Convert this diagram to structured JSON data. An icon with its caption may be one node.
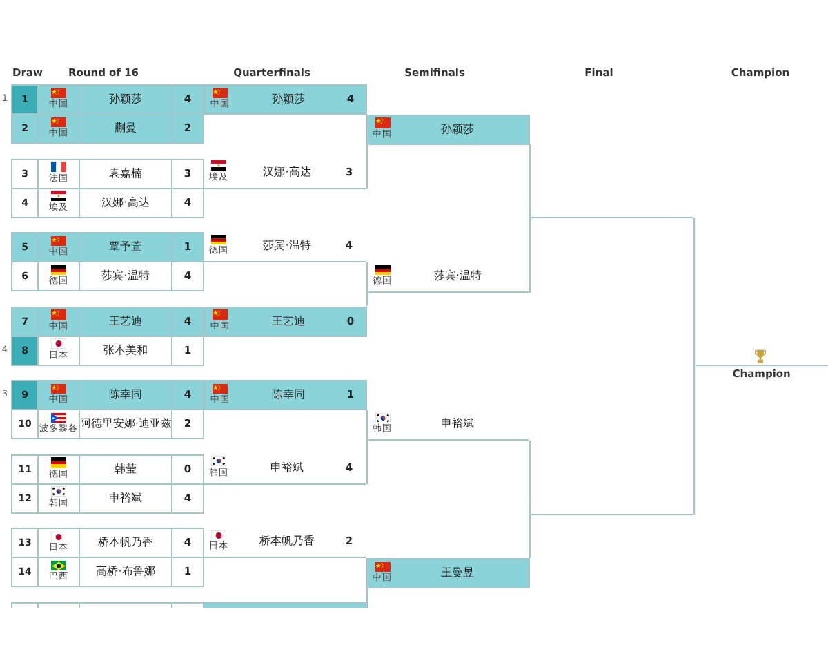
{
  "diagram": {
    "nodes": [
      {
        "text": [
          "1",
          "中国",
          "孙颖莎",
          "4"
        ],
        "beside": [
          "1"
        ]
      },
      {
        "text": [
          "2",
          "中国",
          "蒯曼",
          "2"
        ]
      },
      {
        "text": [
          "3",
          "法国",
          "袁嘉楠",
          "3"
        ]
      },
      {
        "text": [
          "4",
          "埃及",
          "汉娜·高达",
          "4"
        ]
      },
      {
        "text": [
          "5",
          "中国",
          "覃予萱",
          "1"
        ]
      },
      {
        "text": [
          "6",
          "德国",
          "莎宾·温特",
          "4"
        ]
      },
      {
        "text": [
          "7",
          "中国",
          "王艺迪",
          "4"
        ]
      },
      {
        "text": [
          "8",
          "日本",
          "张本美和",
          "1"
        ],
        "beside": [
          "4"
        ]
      },
      {
        "text": [
          "9",
          "中国",
          "陈幸同",
          "4"
        ],
        "beside": [
          "3"
        ]
      },
      {
        "text": [
          "10",
          "波多黎各",
          "阿德里安娜·迪亚兹",
          "2"
        ]
      },
      {
        "text": [
          "11",
          "德国",
          "韩莹",
          "0"
        ]
      },
      {
        "text": [
          "12",
          "韩国",
          "申裕斌",
          "4"
        ]
      },
      {
        "text": [
          "13",
          "日本",
          "桥本帆乃香",
          "4"
        ]
      },
      {
        "text": [
          "14",
          "巴西",
          "高桥·布鲁娜",
          "1"
        ]
      },
      {
        "text": [
          "中国",
          "孙颖莎",
          "4"
        ]
      },
      {
        "text": [
          "埃及",
          "汉娜·高达",
          "3"
        ]
      },
      {
        "text": [
          "德国",
          "莎宾·温特",
          "4"
        ]
      },
      {
        "text": [
          "中国",
          "王艺迪",
          "0"
        ]
      },
      {
        "text": [
          "中国",
          "陈幸同",
          "1"
        ]
      },
      {
        "text": [
          "韩国",
          "申裕斌",
          "4"
        ]
      },
      {
        "text": [
          "日本",
          "桥本帆乃香",
          "2"
        ]
      },
      {
        "text": [
          "中国",
          "孙颖莎"
        ]
      },
      {
        "text": [
          "德国",
          "莎宾·温特"
        ]
      },
      {
        "text": [
          "韩国",
          "申裕斌"
        ]
      },
      {
        "text": [
          "中国",
          "王曼昱"
        ]
      },
      {
        "text": [],
        "shape": "box"
      },
      {
        "text": [],
        "shape": "box"
      },
      {
        "text": [
          "Champion"
        ]
      }
    ],
    "edges": [
      {
        "from": 14,
        "to": 21,
        "arrow": "none"
      },
      {
        "from": 15,
        "to": 21,
        "arrow": "none"
      },
      {
        "from": 16,
        "to": 22,
        "arrow": "none"
      },
      {
        "from": 17,
        "to": 22,
        "arrow": "none"
      },
      {
        "from": 18,
        "to": 23,
        "arrow": "none"
      },
      {
        "from": 19,
        "to": 23,
        "arrow": "none"
      },
      {
        "from": 20,
        "to": 24,
        "arrow": "none"
      },
      {
        "from": 21,
        "to": 25,
        "arrow": "none"
      },
      {
        "from": 22,
        "to": 25,
        "arrow": "none"
      },
      {
        "from": 23,
        "to": 26,
        "arrow": "none"
      },
      {
        "from": 24,
        "to": 26,
        "arrow": "none"
      },
      {
        "from": 25,
        "to": 27,
        "arrow": "none"
      },
      {
        "from": 26,
        "to": 27,
        "arrow": "none"
      }
    ],
    "labels": [
      "Draw",
      "Round of 16",
      "Quarterfinals",
      "Semifinals",
      "Final",
      "Champion"
    ]
  }
}
